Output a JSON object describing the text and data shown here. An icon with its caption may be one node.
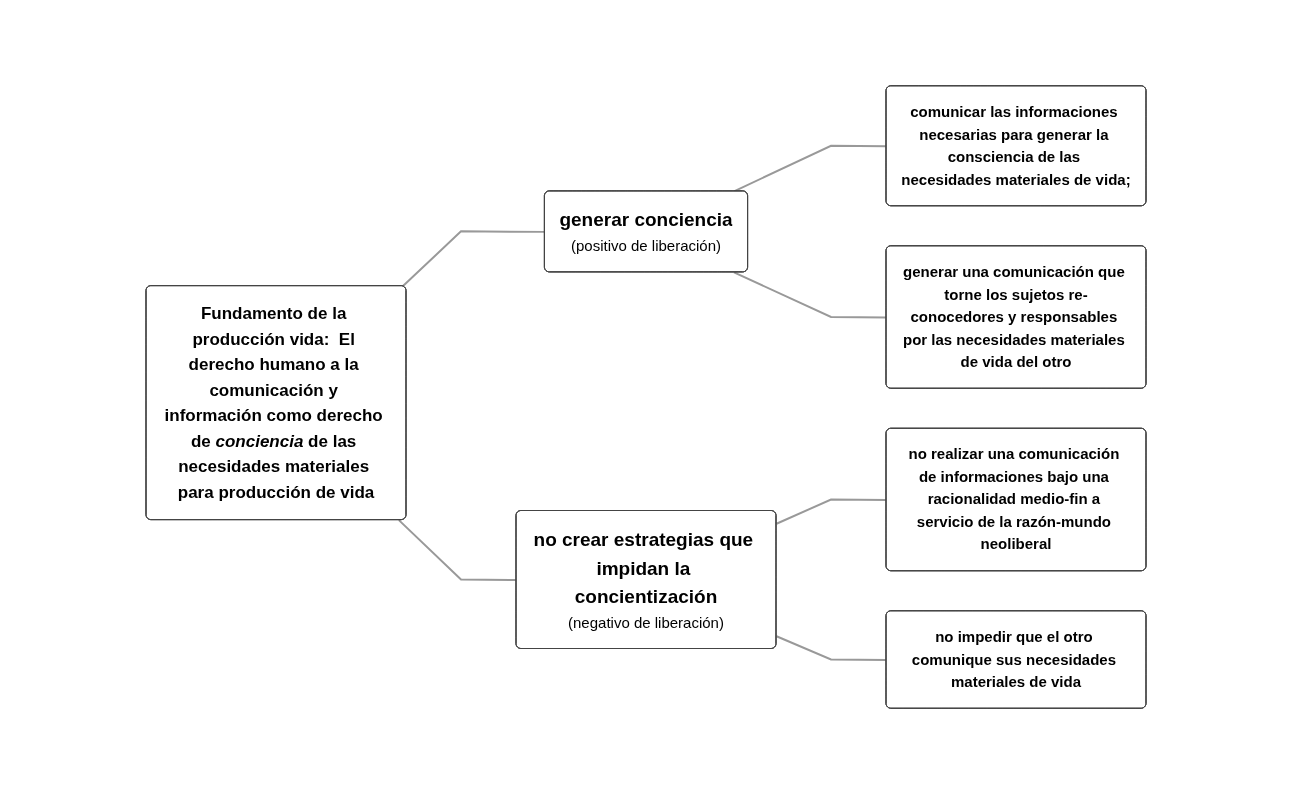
{
  "diagram": {
    "nodes": [
      {
        "text": [
          "Fundamento de la producción vida:  El derecho humano a la comunicación y información como derecho de *conciencia* de las necesidades materiales para producción de vida"
        ]
      },
      {
        "text": [
          "generar conciencia",
          "(positivo de liberación)"
        ]
      },
      {
        "text": [
          "no crear estrategias que impidan la concientización",
          "(negativo de liberación)"
        ]
      },
      {
        "text": [
          "comunicar las informaciones necesarias para generar la consciencia de las necesidades materiales de vida;"
        ]
      },
      {
        "text": [
          "generar una comunicación que torne los sujetos re-conocedores y responsables por las necesidades materiales de vida del otro"
        ]
      },
      {
        "text": [
          "no realizar una comunicación de informaciones bajo una racionalidad medio-fin a servicio de la razón-mundo neoliberal"
        ]
      },
      {
        "text": [
          "no impedir que el otro comunique sus necesidades materiales de vida"
        ]
      }
    ],
    "edges": [
      {
        "from": 0,
        "to": 1,
        "arrow": "none"
      },
      {
        "from": 0,
        "to": 2,
        "arrow": "none"
      },
      {
        "from": 1,
        "to": 3,
        "arrow": "none"
      },
      {
        "from": 1,
        "to": 4,
        "arrow": "none"
      },
      {
        "from": 2,
        "to": 5,
        "arrow": "none"
      },
      {
        "from": 2,
        "to": 6,
        "arrow": "none"
      }
    ]
  }
}
